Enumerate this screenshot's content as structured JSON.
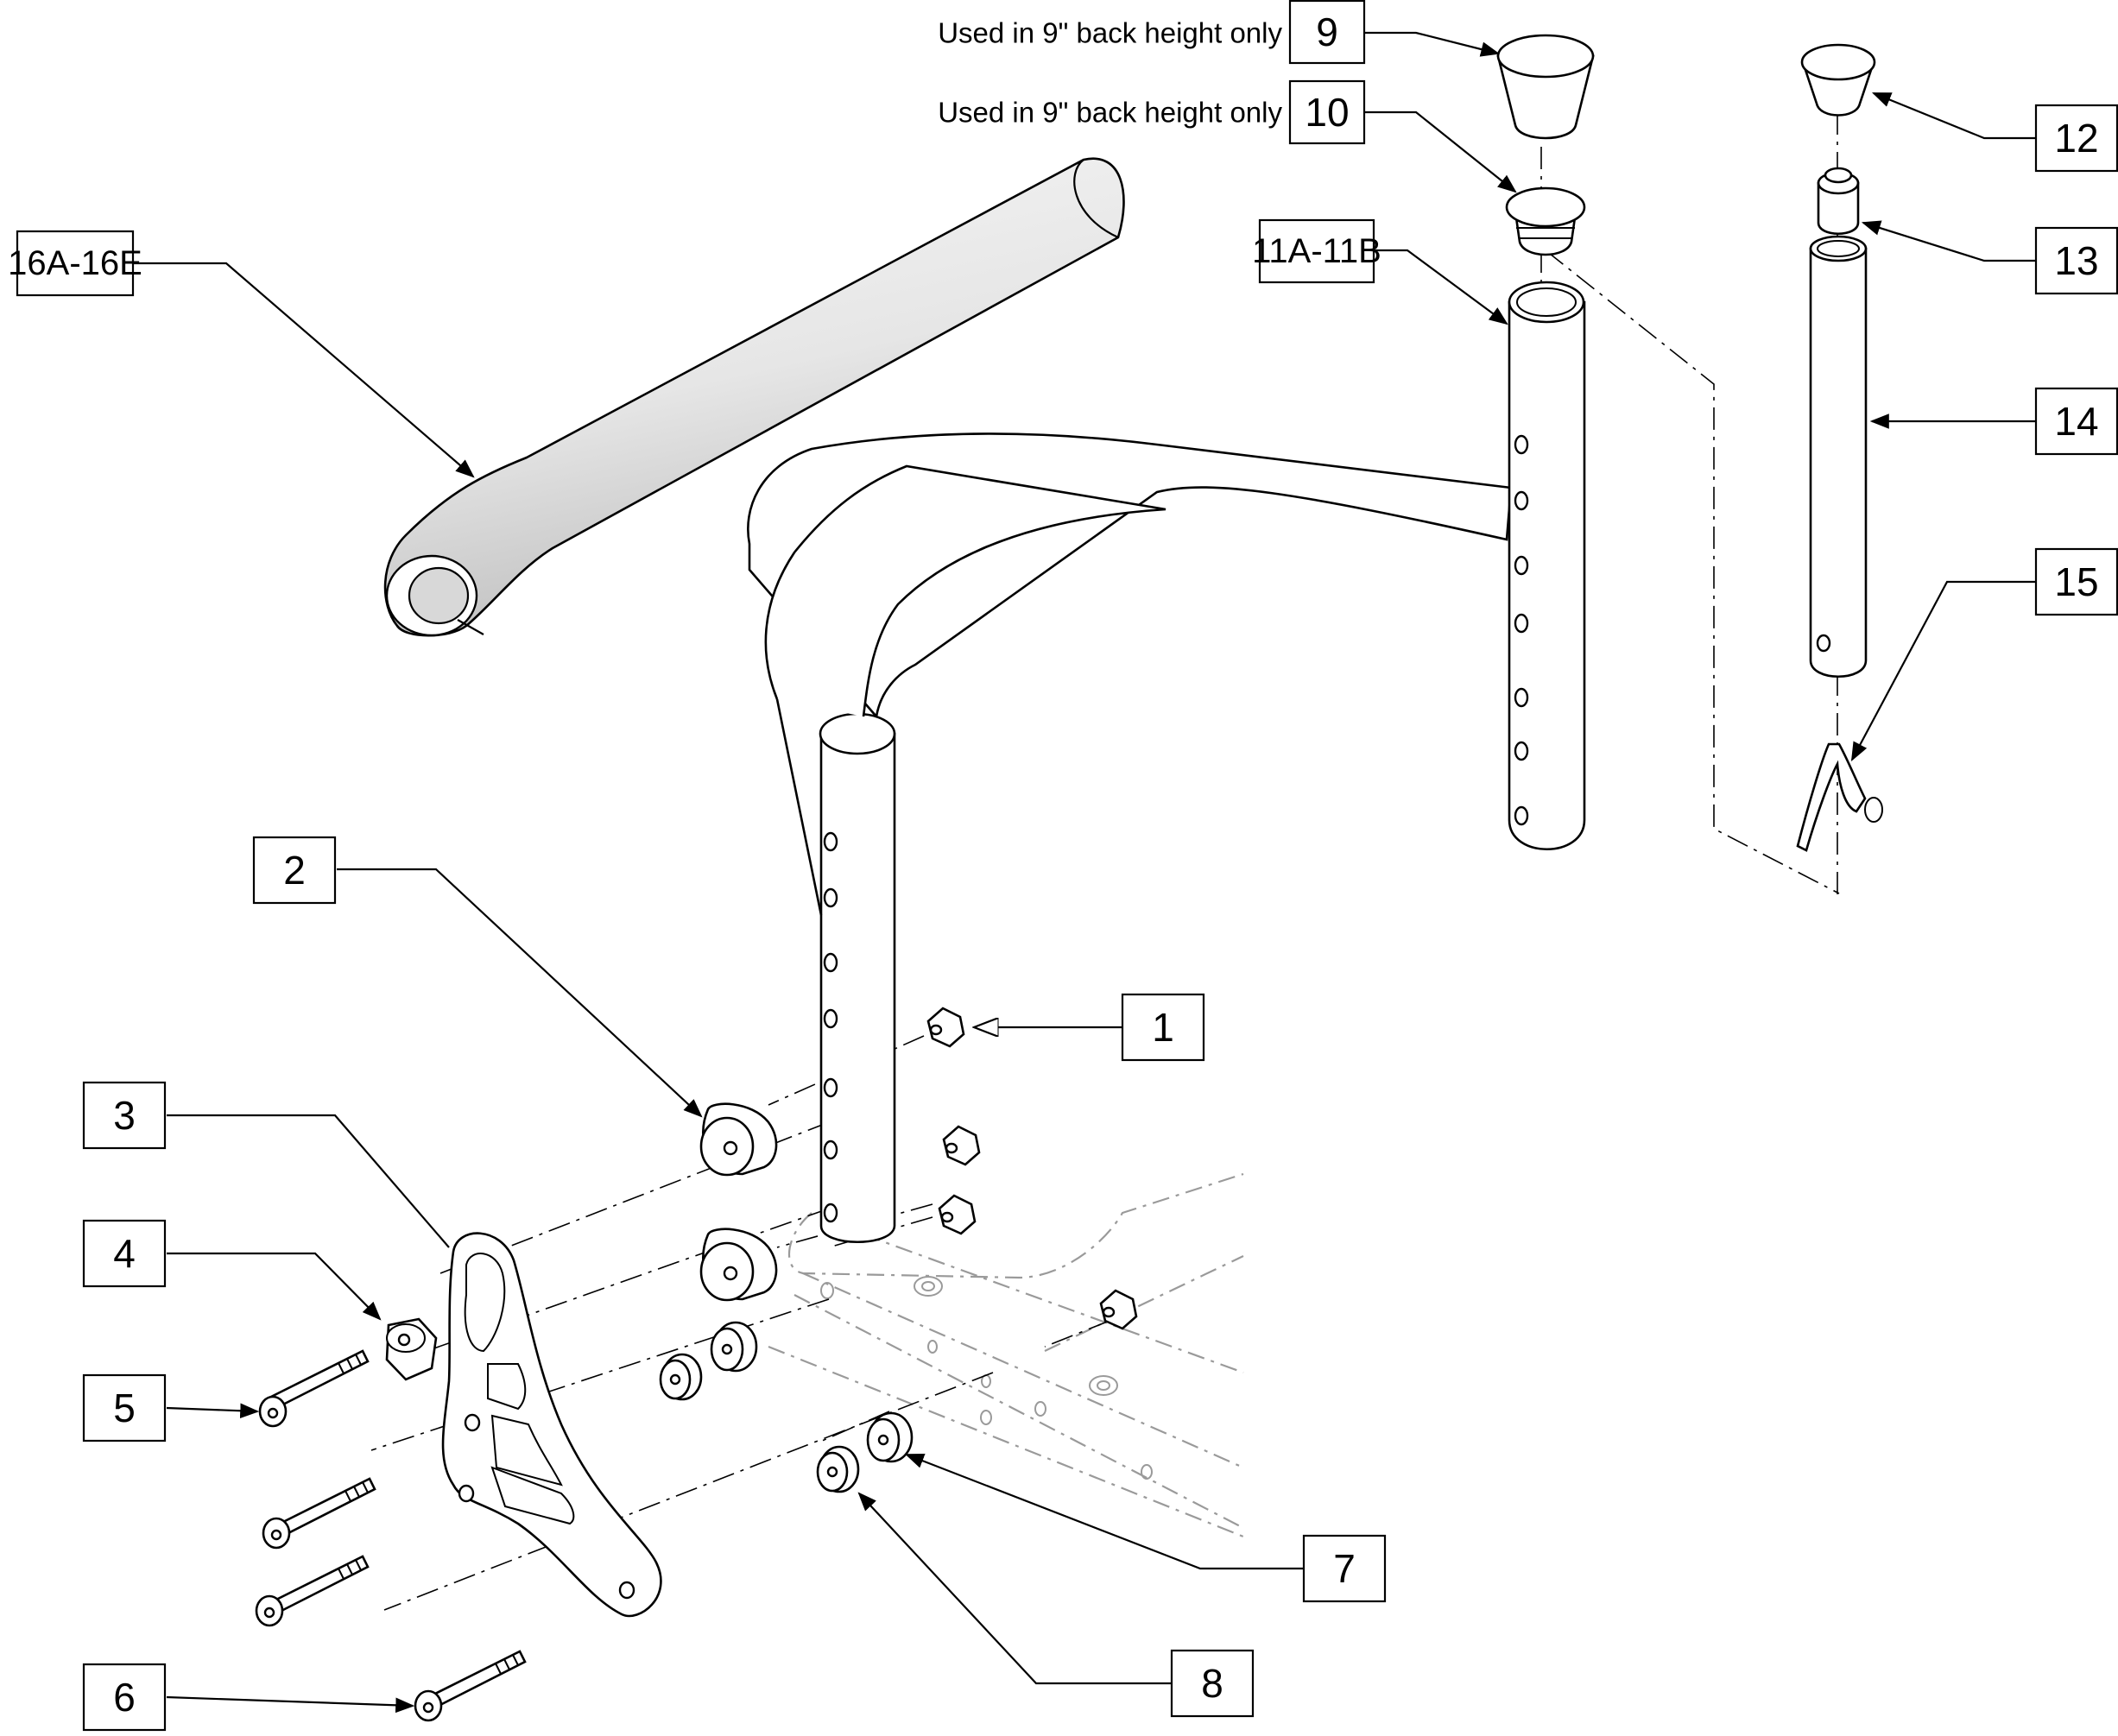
{
  "notes": {
    "note_9": "Used in 9\" back height only",
    "note_10": "Used in 9\" back height only"
  },
  "callouts": {
    "c1": "1",
    "c2": "2",
    "c3": "3",
    "c4": "4",
    "c5": "5",
    "c6": "6",
    "c7": "7",
    "c8": "8",
    "c9": "9",
    "c10": "10",
    "c11": "11A-11B",
    "c12": "12",
    "c13": "13",
    "c14": "14",
    "c15": "15",
    "c16": "16A-16E"
  },
  "colors": {
    "ink": "#000000",
    "ghost_frame": "#9a9a9a",
    "background": "#ffffff"
  }
}
